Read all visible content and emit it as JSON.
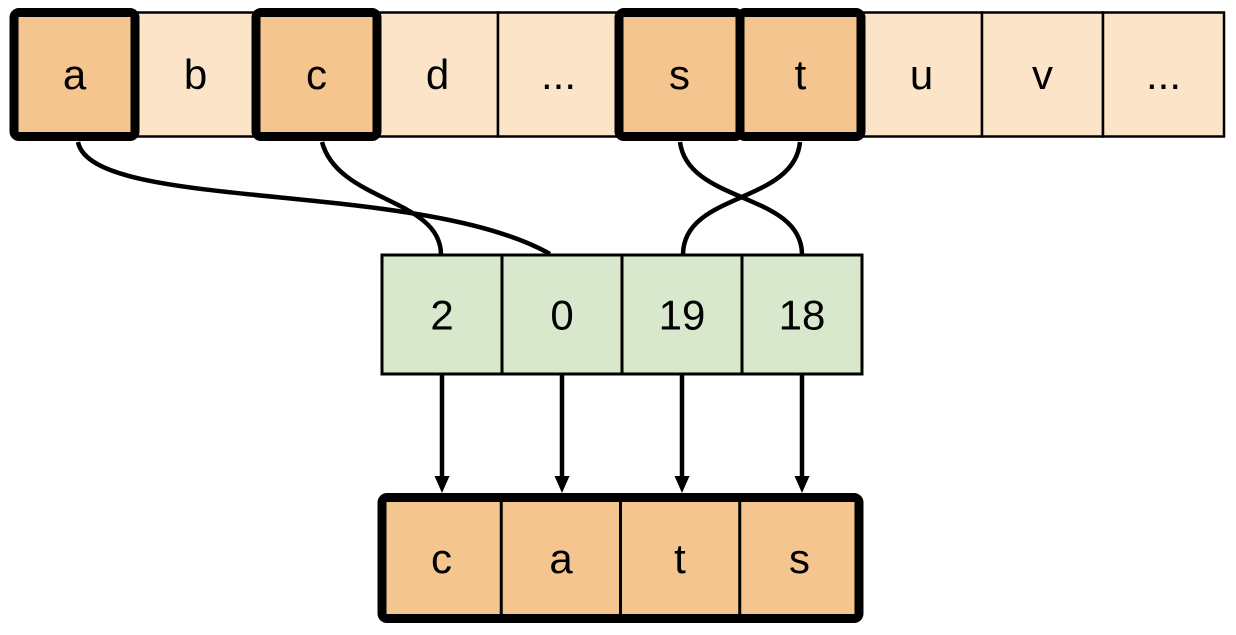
{
  "colors": {
    "cell_light": "#fbe4c7",
    "cell_highlight": "#f5c590",
    "cell_index": "#d7e8cd",
    "stroke": "#000000",
    "background": "#ffffff"
  },
  "alphabet_row": {
    "description": "alphabet array with highlighted letters",
    "cells": [
      {
        "label": "a",
        "highlighted": true
      },
      {
        "label": "b",
        "highlighted": false
      },
      {
        "label": "c",
        "highlighted": true
      },
      {
        "label": "d",
        "highlighted": false
      },
      {
        "label": "...",
        "highlighted": false
      },
      {
        "label": "s",
        "highlighted": true
      },
      {
        "label": "t",
        "highlighted": true
      },
      {
        "label": "u",
        "highlighted": false
      },
      {
        "label": "v",
        "highlighted": false
      },
      {
        "label": "...",
        "highlighted": false
      }
    ]
  },
  "index_row": {
    "description": "index values array",
    "cells": [
      {
        "label": "2"
      },
      {
        "label": "0"
      },
      {
        "label": "19"
      },
      {
        "label": "18"
      }
    ]
  },
  "output_row": {
    "description": "output word array",
    "cells": [
      {
        "label": "c"
      },
      {
        "label": "a"
      },
      {
        "label": "t"
      },
      {
        "label": "s"
      }
    ]
  }
}
